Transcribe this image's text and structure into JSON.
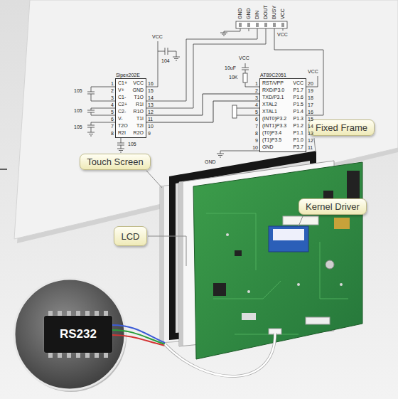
{
  "diagram": {
    "nodes": [
      {
        "text": [
          "Sipex202E",
          "C1+",
          "V+",
          "C1-",
          "C2+",
          "C2-",
          "V-",
          "T2O",
          "R2I",
          "VCC",
          "GND",
          "T1O",
          "R1I",
          "R1O",
          "T1I",
          "T2I",
          "R2O"
        ]
      },
      {
        "text": [
          "AT89C2051",
          "RST/VPP",
          "RXD/P3.0",
          "TXD/P3.1",
          "XTAL2",
          "XTAL1",
          "(INT0)P3.2",
          "(INT1)P3.3",
          "(T0)P3.4",
          "(T1)P3.5",
          "GND",
          "VCC",
          "P1.7",
          "P1.6",
          "P1.5",
          "P1.4",
          "P1.3",
          "P1.2",
          "P1.1",
          "P1.0",
          "P3.7"
        ]
      },
      {
        "text": [
          "Fixed Frame"
        ]
      },
      {
        "text": [
          "Touch Screen"
        ]
      },
      {
        "text": [
          "Kernel Driver"
        ]
      },
      {
        "text": [
          "LCD"
        ]
      },
      {
        "text": [
          "RS232"
        ]
      }
    ],
    "edges": [
      {
        "from": 0,
        "to": 1,
        "arrow": "none"
      },
      {
        "from": 0,
        "to": 1,
        "arrow": "none"
      }
    ],
    "labels": [
      "GND",
      "GND",
      "DIN",
      "DOUT",
      "BUSY",
      "VCC",
      "VCC",
      "VCC",
      "104",
      "1",
      "2",
      "3",
      "4",
      "5",
      "6",
      "7",
      "8",
      "16",
      "15",
      "14",
      "13",
      "12",
      "11",
      "10",
      "9",
      "105",
      "105",
      "105",
      "105",
      "10uF",
      "VCC",
      "10K",
      "1",
      "2",
      "3",
      "4",
      "5",
      "6",
      "7",
      "8",
      "9",
      "10",
      "20",
      "19",
      "18",
      "17",
      "16",
      "15",
      "14",
      "13",
      "12",
      "11",
      "VCC",
      "GND"
    ]
  }
}
